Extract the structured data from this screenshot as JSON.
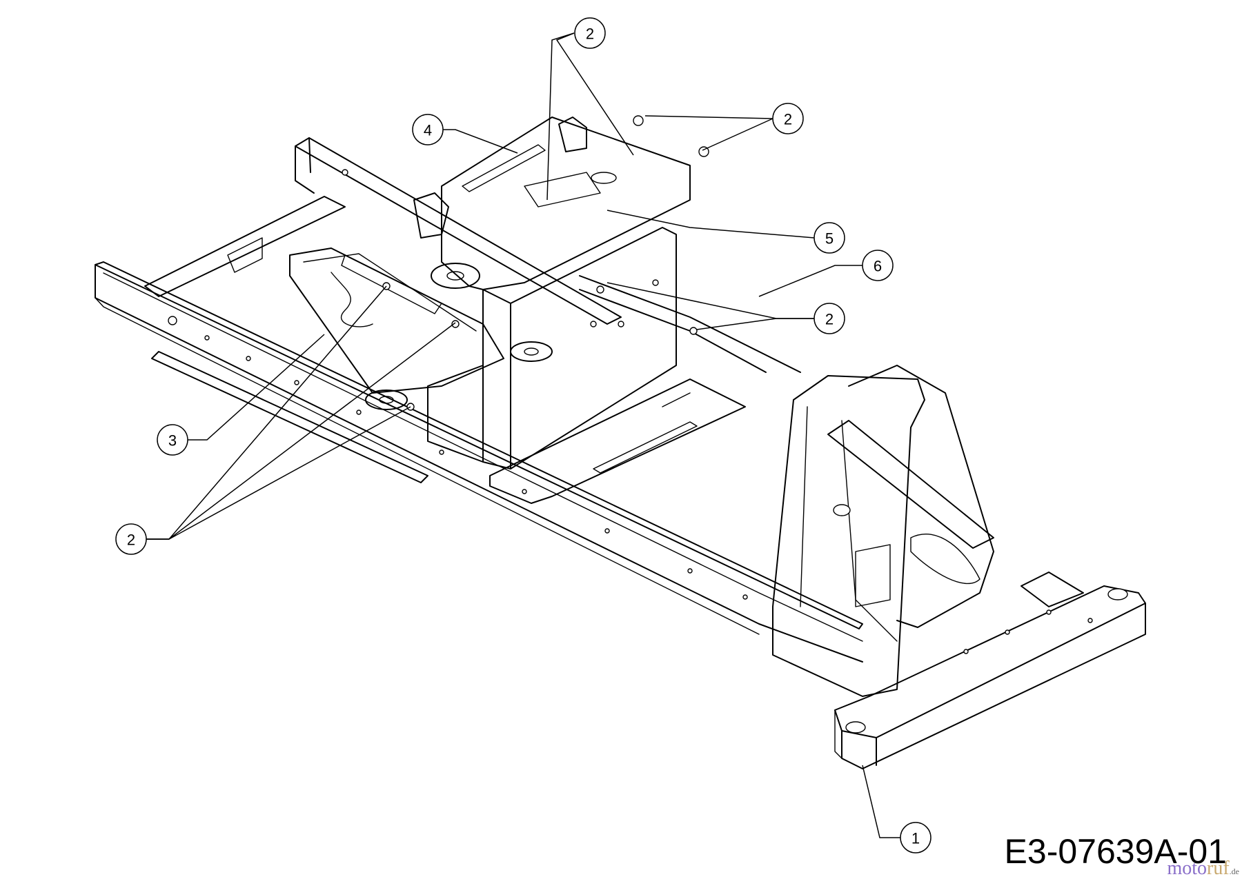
{
  "drawing_number": "E3-07639A-01",
  "watermark": {
    "a": "moto",
    "b": "ruf",
    "c": ".de"
  },
  "callouts": [
    {
      "label": "2"
    },
    {
      "label": "2"
    },
    {
      "label": "4"
    },
    {
      "label": "5"
    },
    {
      "label": "6"
    },
    {
      "label": "2"
    },
    {
      "label": "3"
    },
    {
      "label": "2"
    },
    {
      "label": "1"
    }
  ]
}
